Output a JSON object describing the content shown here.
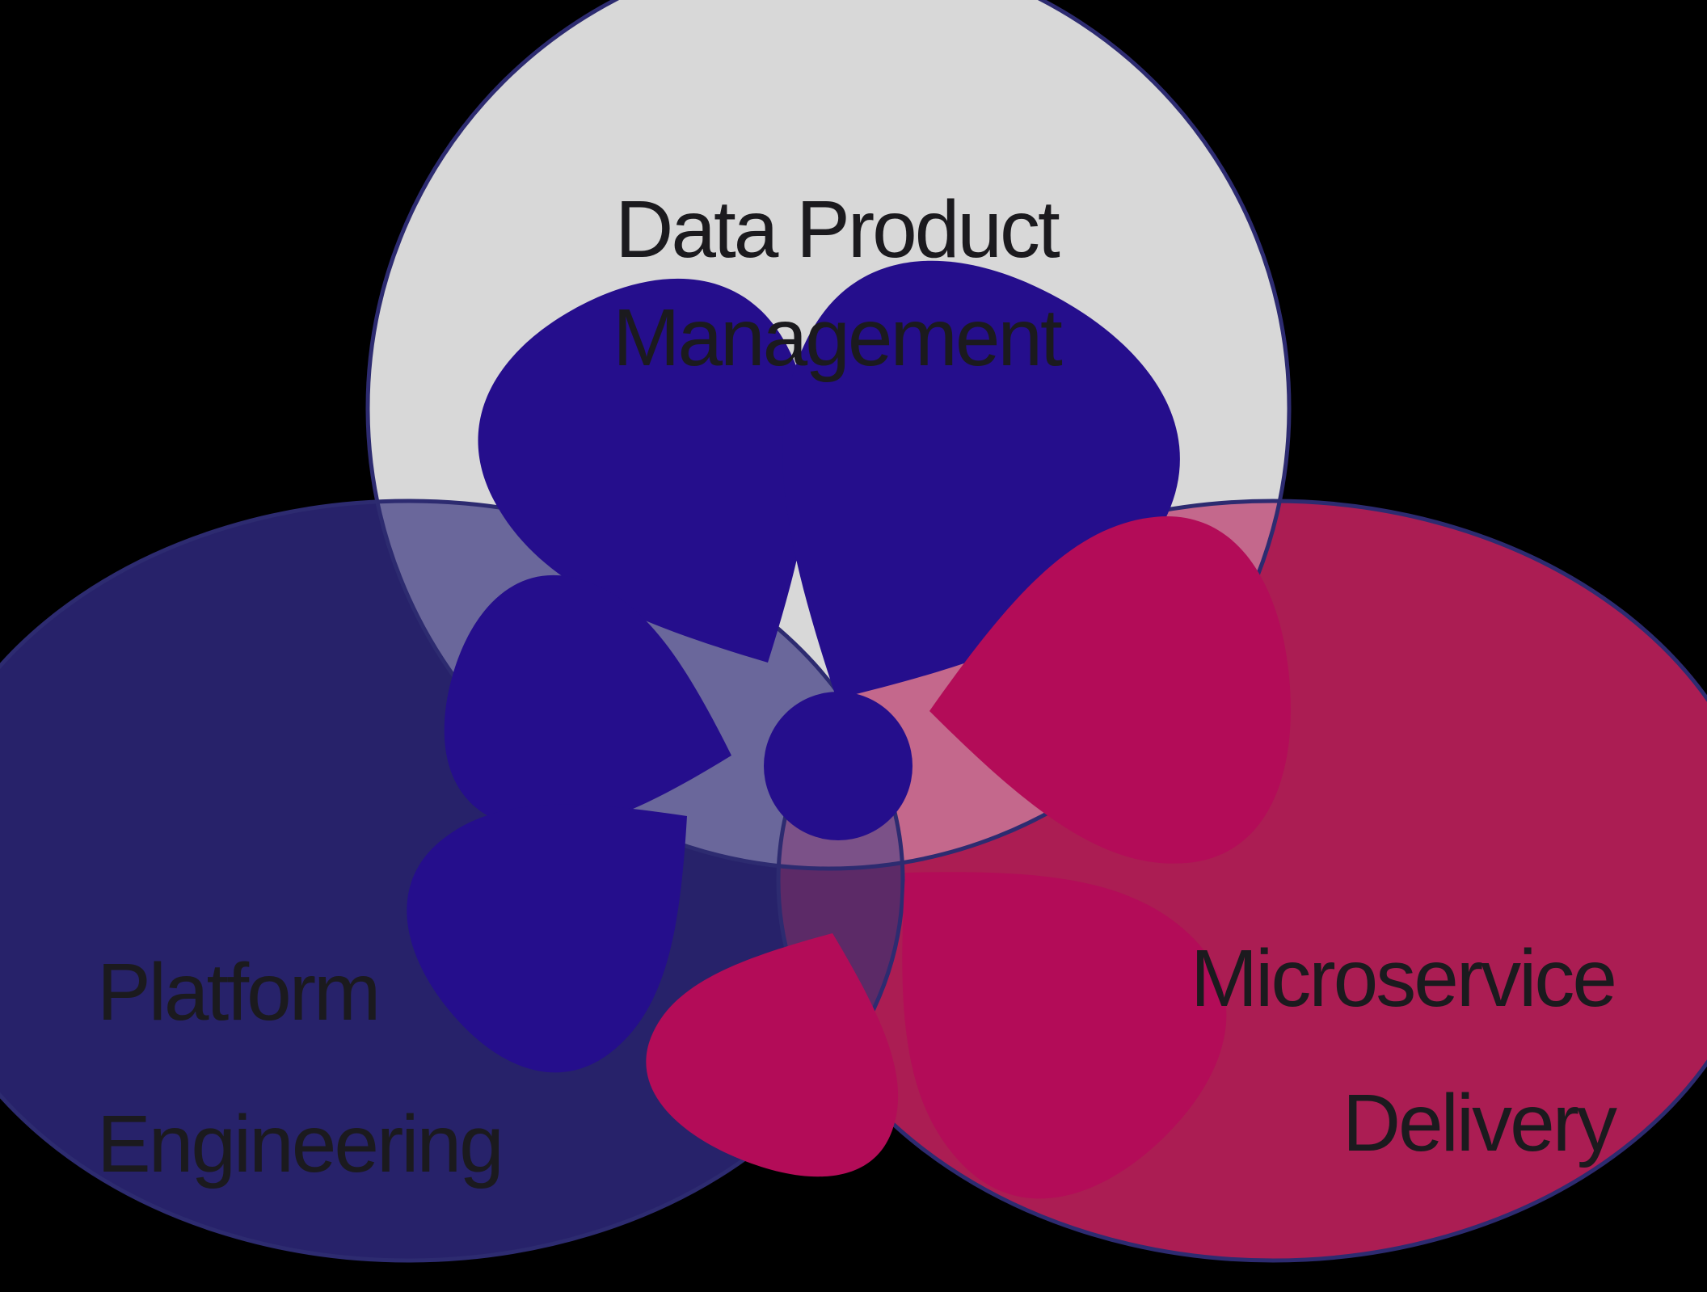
{
  "venn": {
    "top_set": {
      "label_line1": "Data Product",
      "label_line2": "Management"
    },
    "left_set": {
      "label_line1": "Platform",
      "label_line2": "Engineering"
    },
    "right_set": {
      "label_line1": "Microservice",
      "label_line2": "Delivery"
    }
  },
  "logo": {
    "icon": "flower-pinwheel-logo",
    "petal_count": 7,
    "center_shape": "circle"
  },
  "colors": {
    "background": "#000000",
    "top_fill": "#d8d8d8",
    "left_fill": "#27226a",
    "right_fill": "#ab1d53",
    "overlap_top_left": "#6a679b",
    "overlap_top_right": "#c4688c",
    "overlap_left_right": "#5c2a67",
    "overlap_triple": "#7b5188",
    "outline": "#2d2b70",
    "petal_navy": "#250e8c",
    "petal_crimson": "#b30c58",
    "label_text": "#1b1a1e"
  }
}
